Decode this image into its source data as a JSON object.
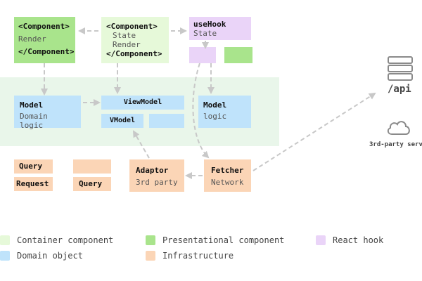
{
  "boxes": {
    "render_component": {
      "open": "<Component>",
      "body": "Render",
      "close": "</Component>"
    },
    "state_component": {
      "open": "<Component>",
      "line1": "State",
      "line2": "Render",
      "close": "</Component>"
    },
    "use_hook": {
      "title": "useHook",
      "body": "State"
    },
    "model_domain": {
      "title": "Model",
      "body": "Domain logic"
    },
    "viewmodel": {
      "title": "ViewModel"
    },
    "vmodel": {
      "title": "VModel"
    },
    "model_logic": {
      "title": "Model",
      "body": "logic"
    },
    "query_1": {
      "title": "Query"
    },
    "request": {
      "title": "Request"
    },
    "query_2": {
      "title": "Query"
    },
    "adaptor": {
      "title": "Adaptor",
      "body": "3rd party"
    },
    "fetcher": {
      "title": "Fetcher",
      "body": "Network"
    }
  },
  "api": {
    "label": "/api",
    "icon": "server-icon"
  },
  "third_party": {
    "label": "3rd-party serv",
    "icon": "cloud-icon"
  },
  "legend": [
    {
      "label": "Container component",
      "color": "#e6f9d9"
    },
    {
      "label": "Presentational component",
      "color": "#a9e48c"
    },
    {
      "label": "React hook",
      "color": "#ead4f8"
    },
    {
      "label": "Domain object",
      "color": "#bfe3fb"
    },
    {
      "label": "Infrastructure",
      "color": "#fbd5b6"
    }
  ],
  "colors": {
    "band": "#e9f6ea",
    "arrow": "#c8c8c8"
  }
}
